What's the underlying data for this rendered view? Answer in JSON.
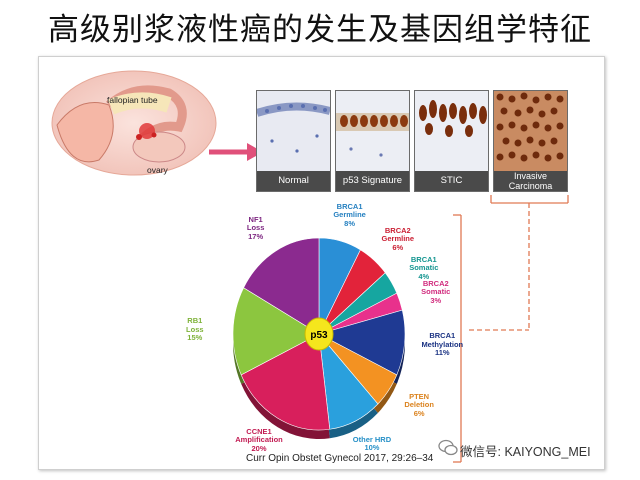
{
  "title": "高级别浆液性癌的发生及基因组学特征",
  "anatomy": {
    "fallopian_label": "fallopian tube",
    "ovary_label": "ovary"
  },
  "histology_panels": [
    {
      "caption_line1": "Normal",
      "caption_line2": ""
    },
    {
      "caption_line1": "p53 Signature",
      "caption_line2": ""
    },
    {
      "caption_line1": "STIC",
      "caption_line2": ""
    },
    {
      "caption_line1": "Invasive",
      "caption_line2": "Carcinoma"
    }
  ],
  "pie_center_label": "p53",
  "chart_data": {
    "type": "pie",
    "slices": [
      {
        "line1": "BRCA1",
        "line2": "Germline",
        "value": 8,
        "label": "8%",
        "color": "#2a8fd6"
      },
      {
        "line1": "BRCA2",
        "line2": "Germline",
        "value": 6,
        "label": "6%",
        "color": "#e2233a"
      },
      {
        "line1": "BRCA1",
        "line2": "Somatic",
        "value": 4,
        "label": "4%",
        "color": "#16a6a0"
      },
      {
        "line1": "BRCA2",
        "line2": "Somatic",
        "value": 3,
        "label": "3%",
        "color": "#e8318c"
      },
      {
        "line1": "BRCA1",
        "line2": "Methylation",
        "value": 11,
        "label": "11%",
        "color": "#1f3a93"
      },
      {
        "line1": "PTEN",
        "line2": "Deletion",
        "value": 6,
        "label": "6%",
        "color": "#f39222"
      },
      {
        "line1": "Other HRD",
        "line2": "",
        "value": 10,
        "label": "10%",
        "color": "#2aa0dd"
      },
      {
        "line1": "CCNE1",
        "line2": "Amplification",
        "value": 20,
        "label": "20%",
        "color": "#d81f5c"
      },
      {
        "line1": "RB1",
        "line2": "Loss",
        "value": 15,
        "label": "15%",
        "color": "#8cc63f"
      },
      {
        "line1": "NF1",
        "line2": "Loss",
        "value": 17,
        "label": "17%",
        "color": "#8b2a8f"
      }
    ]
  },
  "citation": "Curr Opin Obstet Gynecol 2017, 29:26–34",
  "watermark": "微信号: KAIYONG_MEI",
  "colors": {
    "bracket": "#e07a55",
    "arrow": "#e0507a",
    "center": "#f5e61d"
  }
}
